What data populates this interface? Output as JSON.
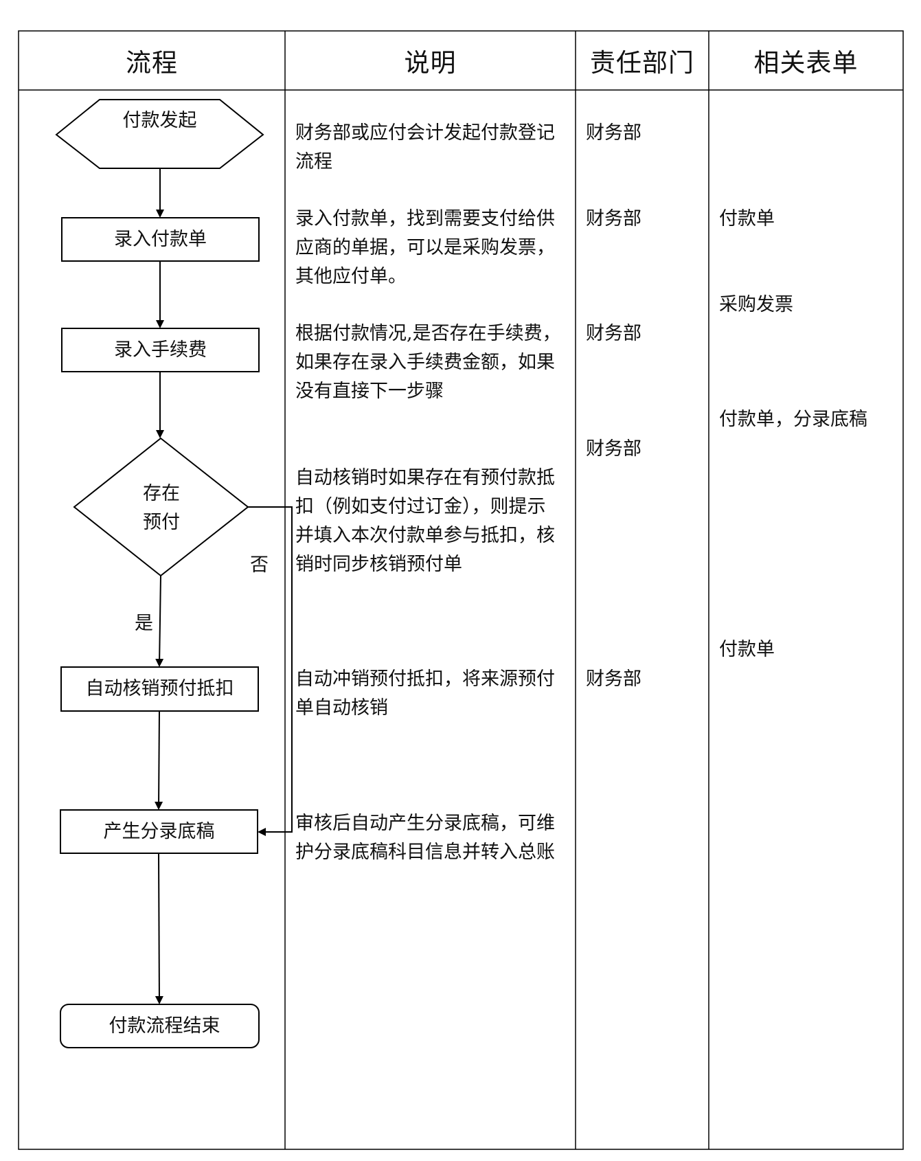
{
  "headers": [
    "流程",
    "说明",
    "责任部门",
    "相关表单"
  ],
  "flow": {
    "start": "付款发起",
    "step1": "录入付款单",
    "step2": "录入手续费",
    "decision": "存在\n预付",
    "step3": "自动核销预付抵扣",
    "step4": "产生分录底稿",
    "end": "付款流程结束",
    "yes_label": "是",
    "no_label": "否"
  },
  "descriptions": [
    "财务部或应付会计发起付款登记\n流程",
    "录入付款单，找到需要支付给供\n应商的单据，可以是采购发票，\n其他应付单。",
    "根据付款情况,是否存在手续费，\n如果存在录入手续费金额，如果\n没有直接下一步骤",
    "自动核销时如果存在有预付款抵\n扣（例如支付过订金），则提示\n并填入本次付款单参与抵扣，核\n销时同步核销预付单",
    "自动冲销预付抵扣，将来源预付\n单自动核销",
    "审核后自动产生分录底稿，可维\n护分录底稿科目信息并转入总账"
  ],
  "departments": [
    "财务部",
    "财务部",
    "财务部",
    "财务部",
    "财务部"
  ],
  "forms": [
    "付款单",
    "采购发票",
    "付款单，分录底稿",
    "付款单"
  ]
}
